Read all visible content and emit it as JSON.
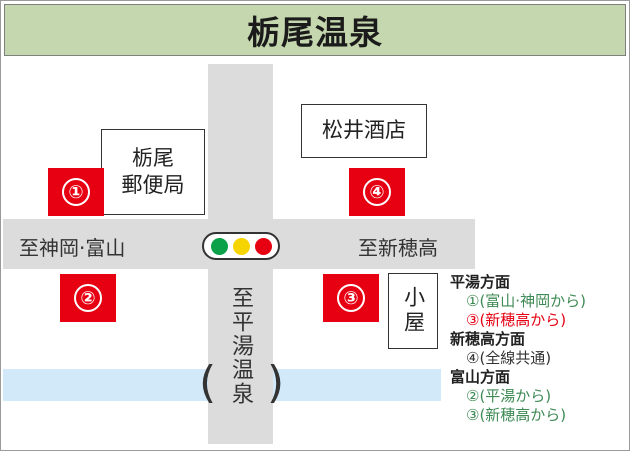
{
  "title": "栃尾温泉",
  "roads": {
    "west": "至神岡·富山",
    "east": "至新穂高",
    "south": "至平湯温泉"
  },
  "places": {
    "post_office": "栃尾\n郵便局",
    "liquor_store": "松井酒店",
    "hut": "小屋"
  },
  "markers": [
    "①",
    "②",
    "③",
    "④"
  ],
  "colors": {
    "marker": "#e60012",
    "route_green": "#3e8a54",
    "route_red": "#e60012",
    "signal_green": "#0aa14a",
    "signal_yellow": "#f6d400",
    "signal_red": "#e60012",
    "road": "#dcdcdc",
    "river": "#d2e9f9",
    "title_bar": "#c5d7ae"
  },
  "legend": [
    {
      "heading": "平湯方面",
      "routes": [
        {
          "text": "①(富山·神岡から)",
          "color": "green"
        },
        {
          "text": "③(新穂高から)",
          "color": "red"
        }
      ]
    },
    {
      "heading": "新穂高方面",
      "routes": [
        {
          "text": "④(全線共通)",
          "color": "dark"
        }
      ]
    },
    {
      "heading": "富山方面",
      "routes": [
        {
          "text": "②(平湯から)",
          "color": "green"
        },
        {
          "text": "③(新穂高から)",
          "color": "green"
        }
      ]
    }
  ]
}
